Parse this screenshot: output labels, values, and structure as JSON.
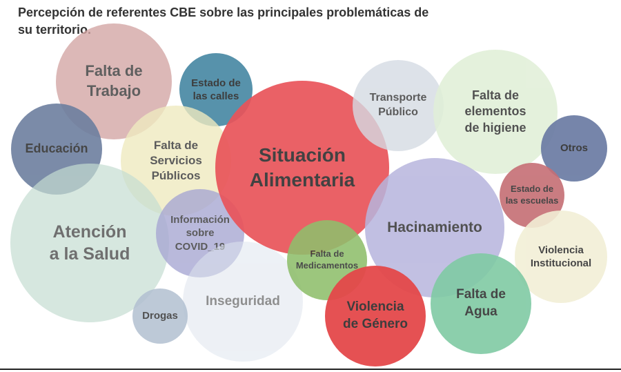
{
  "title": "Percepción de referentes CBE sobre las principales problemáticas de\nsu territorio.",
  "bubbles": [
    {
      "label": "Falta de\nTrabajo",
      "color": "#d3a5a3"
    },
    {
      "label": "Estado de\nlas calles",
      "color": "#4f8da7"
    },
    {
      "label": "Educación",
      "color": "#6d7f9f"
    },
    {
      "label": "Falta de\nServicios\nPúblicos",
      "color": "#efeac0"
    },
    {
      "label": "Atención\na la Salud",
      "color": "#c5ddd2"
    },
    {
      "label": "Información\nsobre\nCOVID_19",
      "color": "#a8a8d3"
    },
    {
      "label": "Inseguridad",
      "color": "#dfe5ee"
    },
    {
      "label": "Drogas",
      "color": "#b2c0d1"
    },
    {
      "label": "Situación\nAlimentaria",
      "color": "#e9545a"
    },
    {
      "label": "Transporte\nPúblico",
      "color": "#d5dbe3"
    },
    {
      "label": "Falta de\nelementos\nde higiene",
      "color": "#e0efd7"
    },
    {
      "label": "Otros",
      "color": "#6f7fa6"
    },
    {
      "label": "Hacinamiento",
      "color": "#b7b5dd"
    },
    {
      "label": "Estado de\nlas escuelas",
      "color": "#c56e74"
    },
    {
      "label": "Violencia\nInstitucional",
      "color": "#f2efd6"
    },
    {
      "label": "Falta de\nAgua",
      "color": "#80caa4"
    },
    {
      "label": "Falta de\nMedicamentos",
      "color": "#8fbf6c"
    },
    {
      "label": "Violencia\nde Género",
      "color": "#e4484a"
    }
  ]
}
